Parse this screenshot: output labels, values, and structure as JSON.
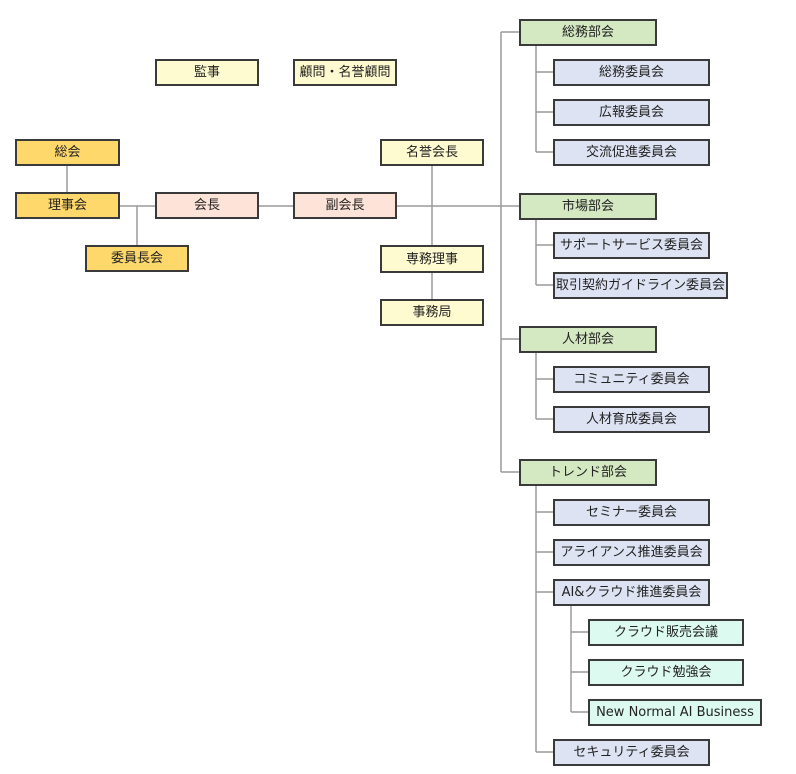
{
  "nodes": {
    "kanji": "監事",
    "komon": "顧問・名誉顧問",
    "sokai": "総会",
    "rijikai": "理事会",
    "iinchokai": "委員長会",
    "kaicho": "会長",
    "fukukaicho": "副会長",
    "meiyokaicho": "名誉会長",
    "jimuriji": "専務理事",
    "jimukyoku": "事務局",
    "somubukai": "総務部会",
    "somu_iinkai": "総務委員会",
    "koho_iinkai": "広報委員会",
    "koryu_iinkai": "交流促進委員会",
    "shijobukai": "市場部会",
    "support_iinkai": "サポートサービス委員会",
    "torihiki_iinkai": "取引契約ガイドライン委員会",
    "jinzaibukai": "人材部会",
    "community_iinkai": "コミュニティ委員会",
    "jinzai_iinkai": "人材育成委員会",
    "trendbukai": "トレンド部会",
    "seminar_iinkai": "セミナー委員会",
    "alliance_iinkai": "アライアンス推進委員会",
    "ai_cloud_iinkai": "AI&クラウド推進委員会",
    "cloud_hanbai": "クラウド販売会議",
    "cloud_benkyo": "クラウド勉強会",
    "new_normal": "New Normal AI Business",
    "security_iinkai": "セキュリティ委員会"
  },
  "colors": {
    "line": "#9a9a9a",
    "border": "#3a3a3a",
    "governance": "#fed86a",
    "officer": "#fffbd0",
    "executive": "#fde3d8",
    "division": "#d4e8c2",
    "committee": "#dde3f3",
    "subgroup": "#dcfaf0"
  }
}
